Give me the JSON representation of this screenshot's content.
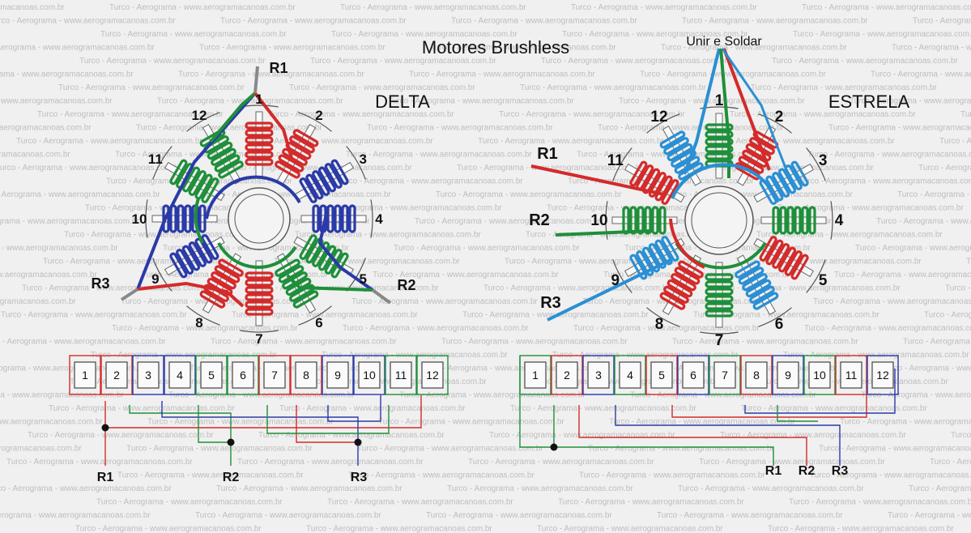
{
  "title": "Motores Brushless",
  "watermark": "Turco - Aerograma - www.aerogramacanoas.com.br",
  "colors": {
    "red": "#d42a2a",
    "green": "#1e8f3a",
    "blue": "#2a3aa8",
    "cyan": "#2a8fd4",
    "coil_outline": "#555555"
  },
  "delta": {
    "label": "DELTA",
    "terminals": [
      "R1",
      "R2",
      "R3"
    ],
    "coils": [
      "1",
      "2",
      "3",
      "4",
      "5",
      "6",
      "7",
      "8",
      "9",
      "10",
      "11",
      "12"
    ],
    "schematic_outputs": [
      "R1",
      "R2",
      "R3"
    ]
  },
  "estrela": {
    "label": "ESTRELA",
    "star_point": "Unir e Soldar",
    "terminals": [
      "R1",
      "R2",
      "R3"
    ],
    "coils": [
      "1",
      "2",
      "3",
      "4",
      "5",
      "6",
      "7",
      "8",
      "9",
      "10",
      "11",
      "12"
    ],
    "schematic_outputs": [
      "R1",
      "R2",
      "R3"
    ]
  }
}
